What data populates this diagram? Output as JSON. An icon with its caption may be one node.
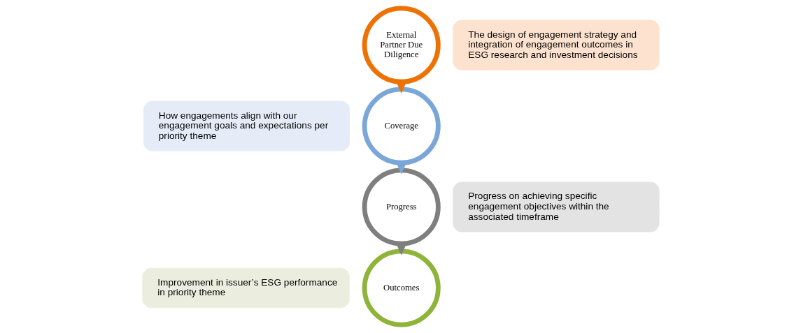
{
  "diagram": {
    "nodes": [
      {
        "text": [
          "External Partner Due Diligence"
        ]
      },
      {
        "text": [
          "The design of engagement strategy and integration of engagement outcomes in ESG research and investment decisions"
        ]
      },
      {
        "text": [
          "Coverage"
        ]
      },
      {
        "text": [
          "How engagements align with our engagement goals and expectations per priority theme"
        ]
      },
      {
        "text": [
          "Progress"
        ]
      },
      {
        "text": [
          "Progress on achieving specific engagement objectives within the associated timeframe"
        ]
      },
      {
        "text": [
          "Outcomes"
        ]
      },
      {
        "text": [
          "Improvement in issuer’s ESG performance in priority theme"
        ]
      }
    ],
    "edges": [
      {
        "from": 0,
        "to": 2,
        "arrow": "to",
        "color": "#ee7203"
      },
      {
        "from": 2,
        "to": 4,
        "arrow": "to",
        "color": "#7aa7d8"
      },
      {
        "from": 4,
        "to": 6,
        "arrow": "to",
        "color": "#7f7f7f"
      }
    ]
  }
}
